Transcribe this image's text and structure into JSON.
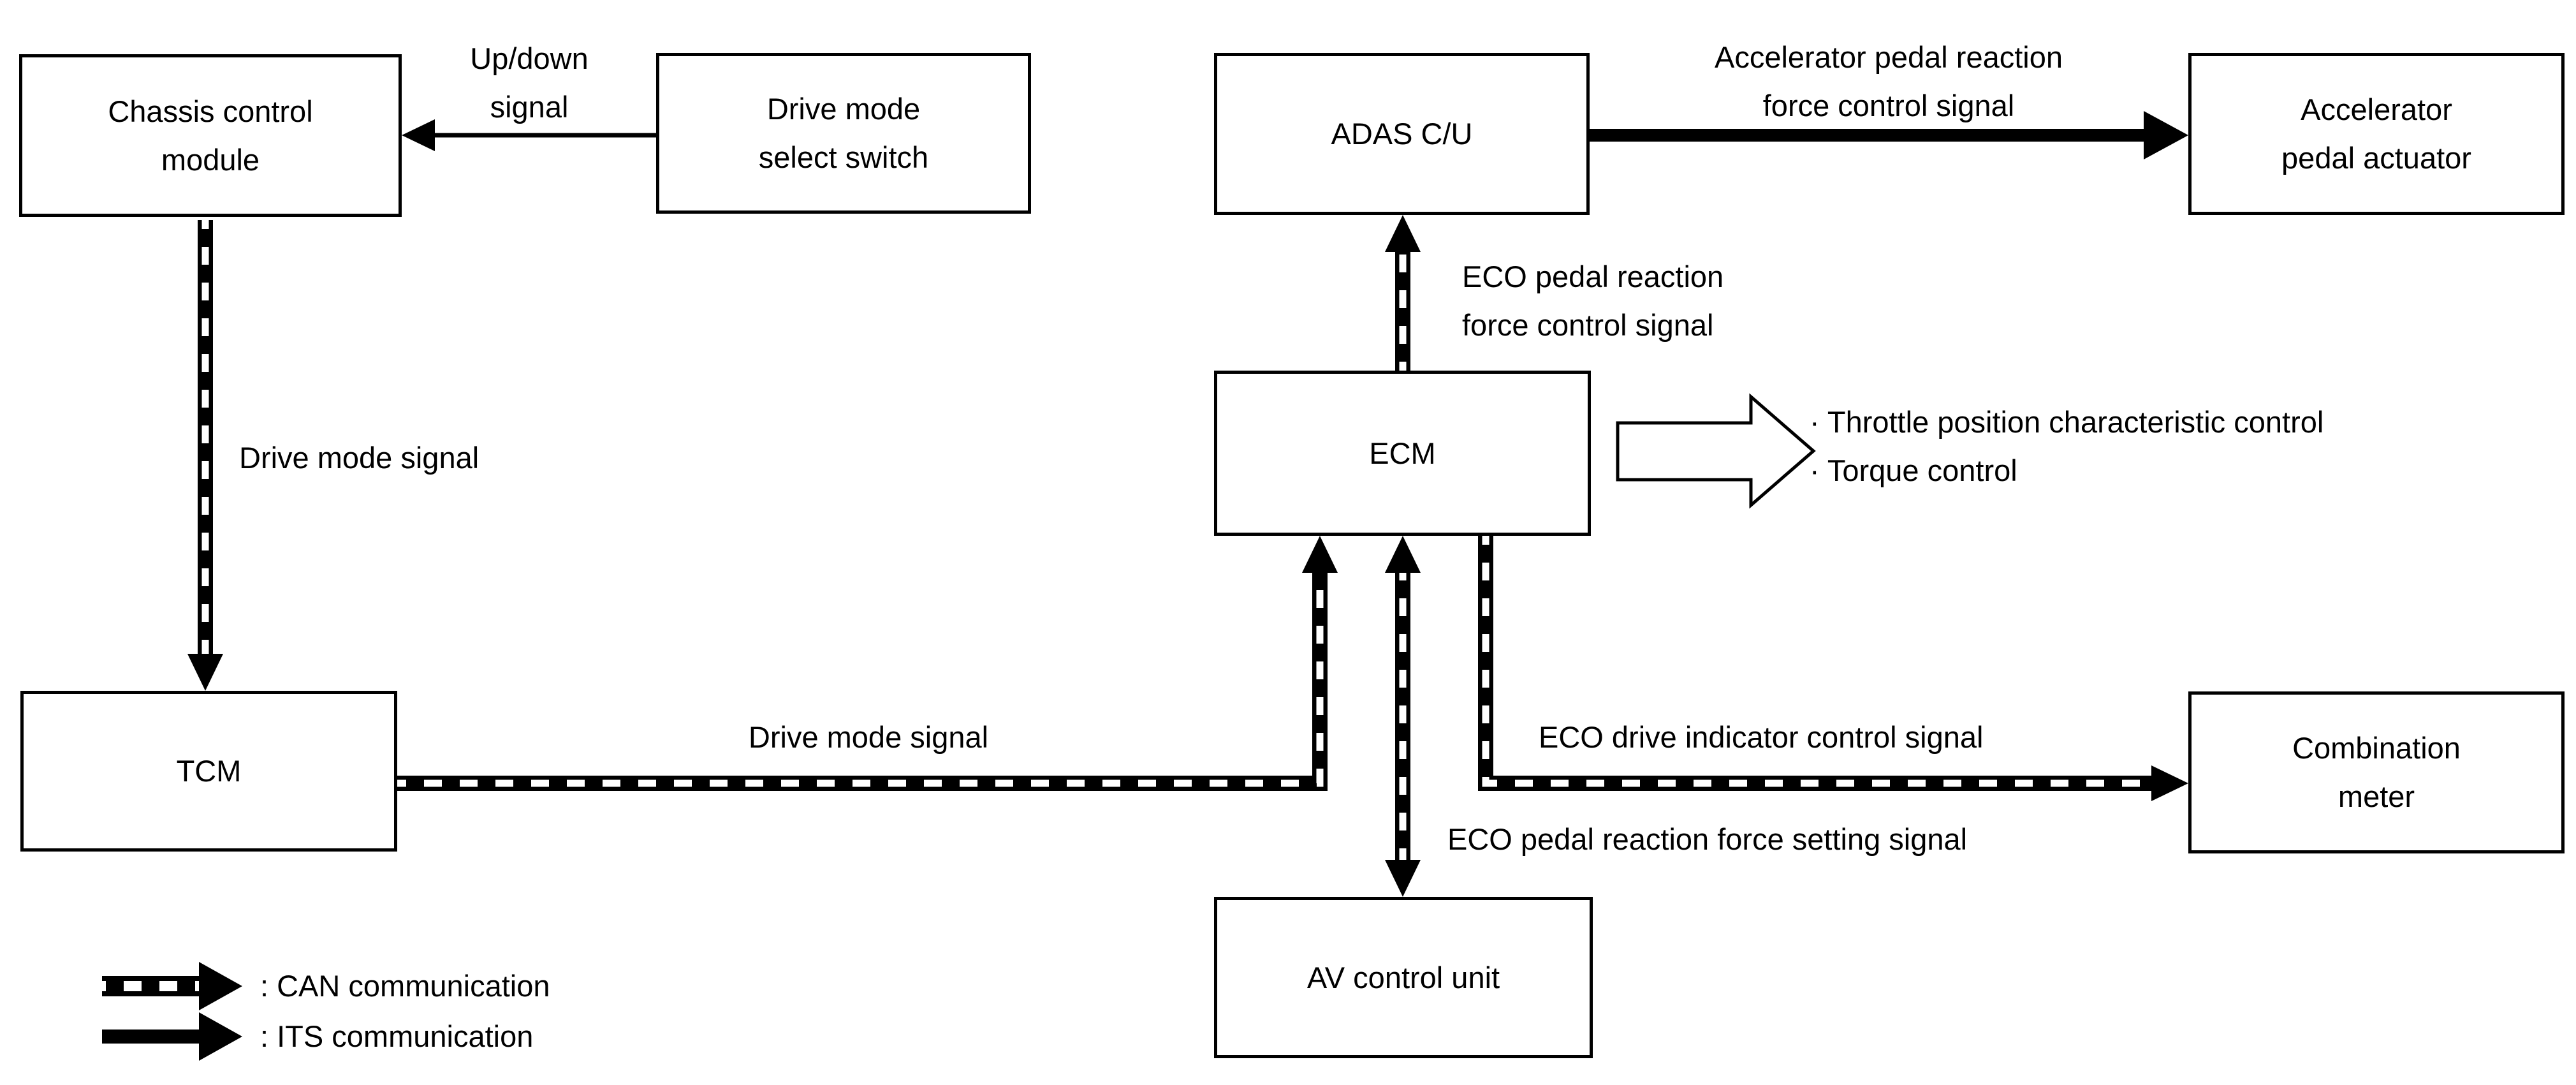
{
  "boxes": {
    "chassis": {
      "line1": "Chassis control",
      "line2": "module"
    },
    "switch": {
      "line1": "Drive mode",
      "line2": "select switch"
    },
    "adas": {
      "line1": "ADAS C/U"
    },
    "actuator": {
      "line1": "Accelerator",
      "line2": "pedal actuator"
    },
    "ecm": {
      "line1": "ECM"
    },
    "tcm": {
      "line1": "TCM"
    },
    "meter": {
      "line1": "Combination",
      "line2": "meter"
    },
    "av": {
      "line1": "AV control unit"
    }
  },
  "labels": {
    "up_down": {
      "line1": "Up/down",
      "line2": "signal"
    },
    "drive_mode_vertical": "Drive mode signal",
    "drive_mode_horizontal": "Drive mode signal",
    "eco_pedal_reaction": {
      "line1": "ECO pedal reaction",
      "line2": "force control signal"
    },
    "accel_pedal_reaction": {
      "line1": "Accelerator pedal reaction",
      "line2": "force control signal"
    },
    "ecm_outputs": {
      "line1": "· Throttle position characteristic control",
      "line2": "· Torque control"
    },
    "eco_drive_indicator": "ECO drive indicator control signal",
    "eco_pedal_setting": "ECO pedal reaction force setting signal"
  },
  "legend": {
    "can": ": CAN communication",
    "its": ": ITS communication"
  },
  "colors": {
    "line": "#000000",
    "background": "#ffffff"
  }
}
